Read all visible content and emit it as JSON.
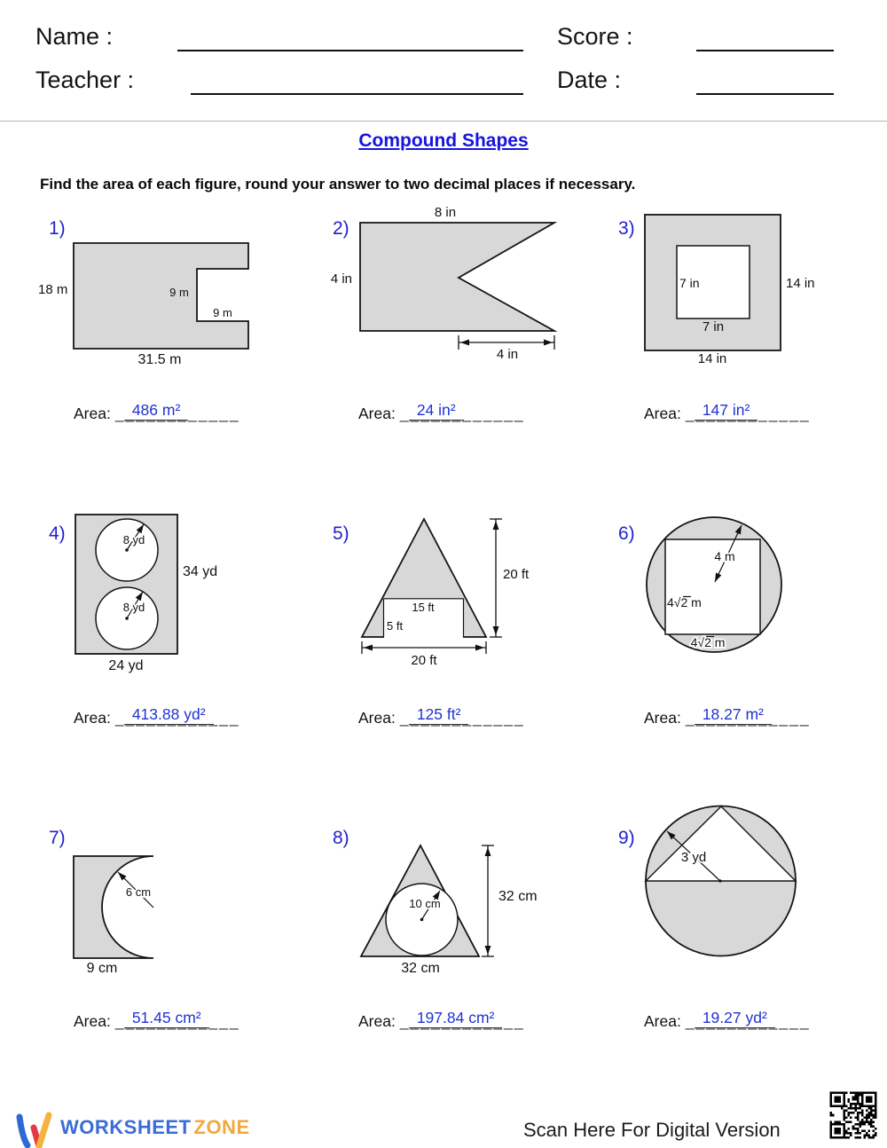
{
  "header": {
    "name_label": "Name :",
    "teacher_label": "Teacher :",
    "score_label": "Score :",
    "date_label": "Date :"
  },
  "title": "Compound Shapes",
  "instruction": "Find the area of each figure, round your answer to two decimal places if necessary.",
  "area_label": "Area:",
  "blank_dashes": "____________",
  "problems": [
    {
      "number": "1)",
      "answer": "486 m²",
      "labels": {
        "left": "18 m",
        "notch_height": "9 m",
        "notch_width": "9 m",
        "bottom": "31.5 m"
      }
    },
    {
      "number": "2)",
      "answer": "24 in²",
      "labels": {
        "top": "8 in",
        "left": "4 in",
        "bottom_dim": "4 in"
      }
    },
    {
      "number": "3)",
      "answer": "147 in²",
      "labels": {
        "inner_side": "7 in",
        "inner_bottom": "7 in",
        "right": "14 in",
        "bottom": "14 in"
      }
    },
    {
      "number": "4)",
      "answer": "413.88 yd²",
      "labels": {
        "radius_top": "8 yd",
        "radius_bottom": "8 yd",
        "right": "34 yd",
        "bottom": "24 yd"
      }
    },
    {
      "number": "5)",
      "answer": "125 ft²",
      "labels": {
        "inner_width": "15 ft",
        "notch_height": "5 ft",
        "height_dim": "20 ft",
        "bottom_dim": "20 ft"
      }
    },
    {
      "number": "6)",
      "answer": "18.27 m²",
      "labels": {
        "radius": "4 m",
        "side_left": "4√2 m",
        "side_bottom": "4√2 m"
      }
    },
    {
      "number": "7)",
      "answer": "51.45 cm²",
      "labels": {
        "radius": "6 cm",
        "bottom": "9 cm"
      }
    },
    {
      "number": "8)",
      "answer": "197.84 cm²",
      "labels": {
        "radius": "10 cm",
        "height_dim": "32 cm",
        "bottom": "32 cm"
      }
    },
    {
      "number": "9)",
      "answer": "19.27 yd²",
      "labels": {
        "radius": "3 yd"
      }
    }
  ],
  "footer": {
    "brand_first": "WORKSHEET",
    "brand_second": "ZONE",
    "scan_text": "Scan Here For Digital Version"
  },
  "colors": {
    "title_blue": "#1414e0",
    "number_blue": "#2222cc",
    "answer_blue": "#2133d1",
    "shape_fill": "#d8d8d8",
    "brand_blue": "#3a6cd9",
    "brand_orange": "#f2a93b",
    "logo_red": "#e63946",
    "logo_yellow": "#f4b23e"
  }
}
